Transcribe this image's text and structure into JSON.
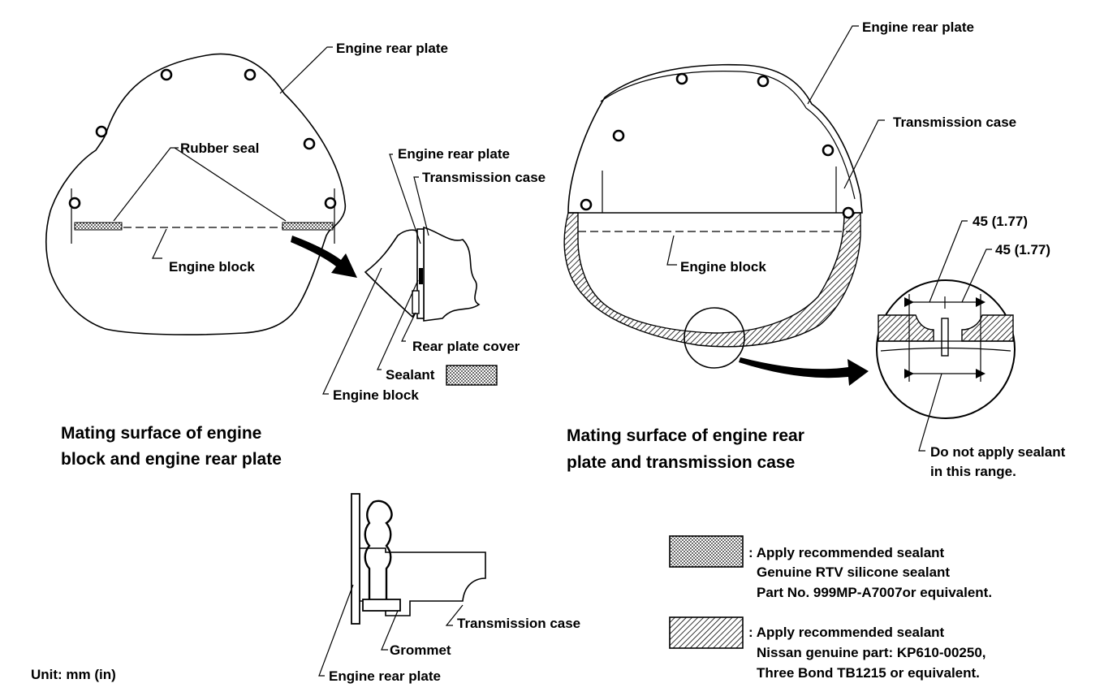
{
  "labels": {
    "engine_rear_plate_left": "Engine rear plate",
    "rubber_seal": "Rubber seal",
    "engine_block_left": "Engine block",
    "detail_engine_rear_plate": "Engine rear plate",
    "detail_transmission_case": "Transmission case",
    "detail_rear_plate_cover": "Rear plate cover",
    "detail_sealant": "Sealant",
    "detail_engine_block": "Engine block",
    "engine_rear_plate_right": "Engine rear plate",
    "transmission_case_right": "Transmission case",
    "engine_block_right": "Engine block",
    "dim_1": "45 (1.77)",
    "dim_2": "45 (1.77)",
    "no_sealant_1": "Do not apply sealant",
    "no_sealant_2": "in this range.",
    "grommet_transmission_case": "Transmission case",
    "grommet": "Grommet",
    "grommet_engine_rear_plate": "Engine rear plate"
  },
  "captions": {
    "left_1": "Mating surface of engine",
    "left_2": "block and engine rear plate",
    "right_1": "Mating surface of engine rear",
    "right_2": "plate and transmission case"
  },
  "legend": {
    "dotted": [
      ": Apply recommended sealant",
      "Genuine RTV silicone sealant",
      "Part  No. 999MP-A7007or equivalent."
    ],
    "hatched": [
      ": Apply recommended sealant",
      "Nissan genuine part: KP610-00250,",
      "Three Bond TB1215 or equivalent."
    ]
  },
  "unit": "Unit: mm (in)"
}
